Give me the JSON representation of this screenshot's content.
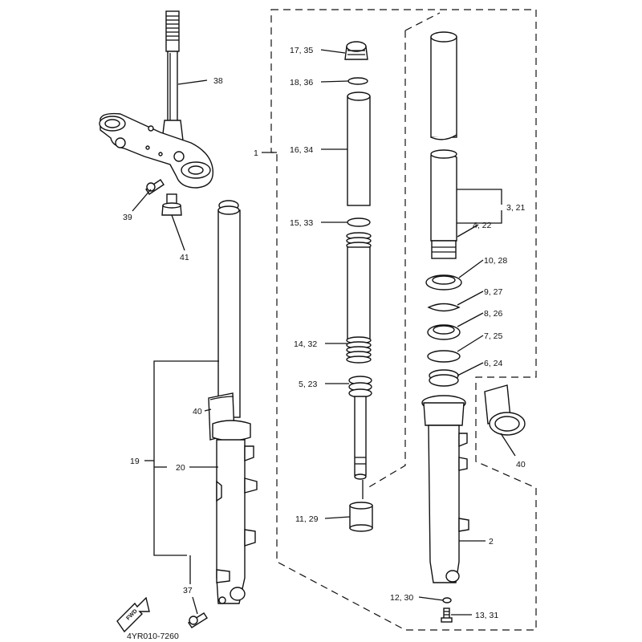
{
  "diagram": {
    "code": "4YR010-7260",
    "direction_arrow": "FWD",
    "callouts": [
      {
        "id": "c38",
        "text": "38"
      },
      {
        "id": "c39",
        "text": "39"
      },
      {
        "id": "c41",
        "text": "41"
      },
      {
        "id": "c1",
        "text": "1"
      },
      {
        "id": "c17",
        "text": "17, 35"
      },
      {
        "id": "c18",
        "text": "18, 36"
      },
      {
        "id": "c16",
        "text": "16, 34"
      },
      {
        "id": "c15",
        "text": "15, 33"
      },
      {
        "id": "c14",
        "text": "14, 32"
      },
      {
        "id": "c5",
        "text": "5, 23"
      },
      {
        "id": "c11",
        "text": "11, 29"
      },
      {
        "id": "c3",
        "text": "3, 21"
      },
      {
        "id": "c4",
        "text": "4, 22"
      },
      {
        "id": "c10",
        "text": "10, 28"
      },
      {
        "id": "c9",
        "text": "9, 27"
      },
      {
        "id": "c8",
        "text": "8, 26"
      },
      {
        "id": "c7",
        "text": "7, 25"
      },
      {
        "id": "c6",
        "text": "6, 24"
      },
      {
        "id": "c40a",
        "text": "40"
      },
      {
        "id": "c40b",
        "text": "40"
      },
      {
        "id": "c19",
        "text": "19"
      },
      {
        "id": "c20",
        "text": "20"
      },
      {
        "id": "c2",
        "text": "2"
      },
      {
        "id": "c37",
        "text": "37"
      },
      {
        "id": "c12",
        "text": "12, 30"
      },
      {
        "id": "c13",
        "text": "13, 31"
      }
    ]
  }
}
